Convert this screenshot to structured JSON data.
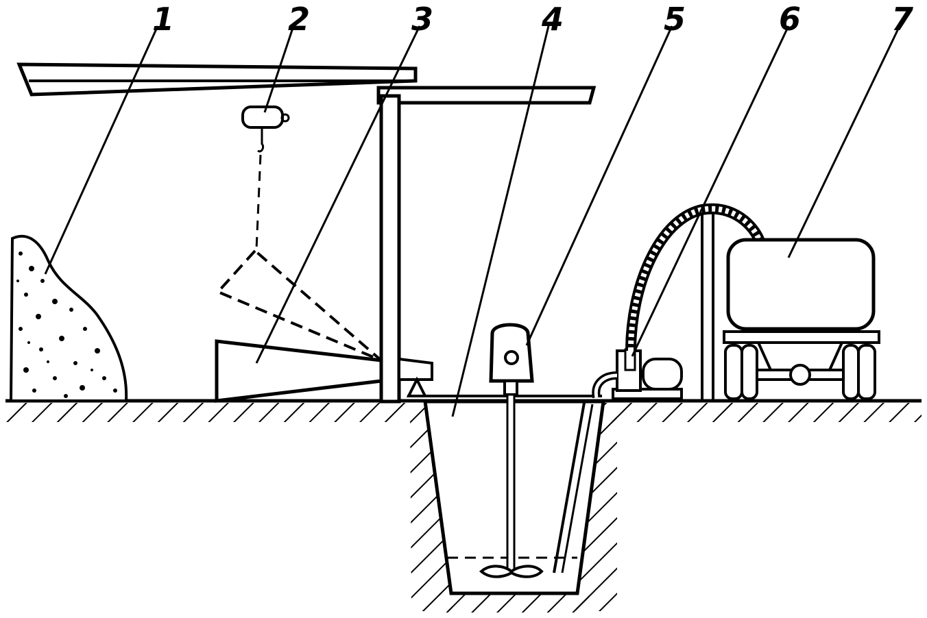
{
  "diagram": {
    "callouts": [
      {
        "id": "1",
        "label": "1",
        "part": "sand-pile"
      },
      {
        "id": "2",
        "label": "2",
        "part": "hoist"
      },
      {
        "id": "3",
        "label": "3",
        "part": "tipping-hopper"
      },
      {
        "id": "4",
        "label": "4",
        "part": "mixing-pit"
      },
      {
        "id": "5",
        "label": "5",
        "part": "mixer-motor"
      },
      {
        "id": "6",
        "label": "6",
        "part": "pump"
      },
      {
        "id": "7",
        "label": "7",
        "part": "tank-trailer"
      }
    ],
    "colors": {
      "ink": "#000000",
      "paper": "#ffffff"
    }
  }
}
